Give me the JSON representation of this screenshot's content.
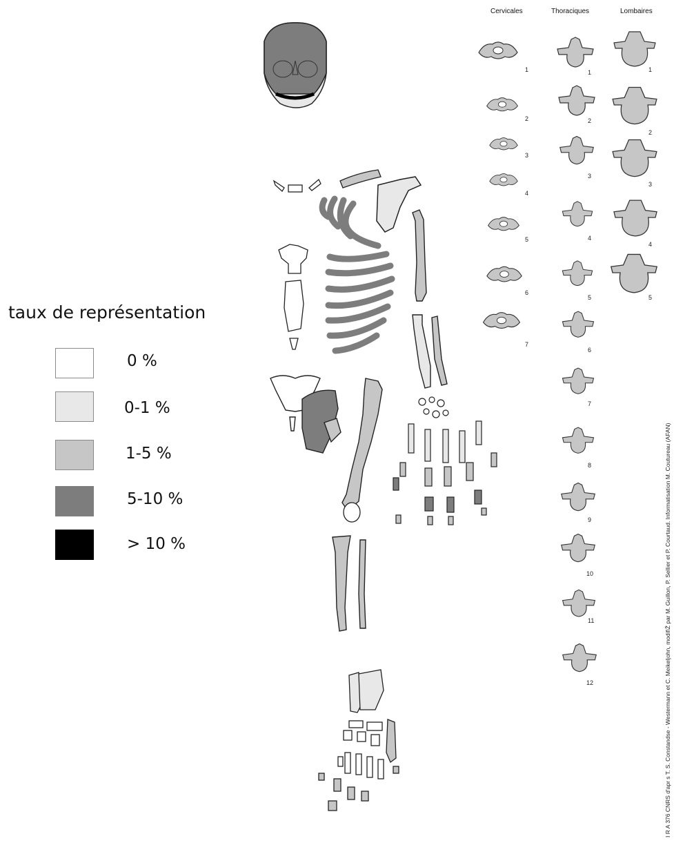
{
  "legend": {
    "title": "taux de représentation",
    "items": [
      {
        "label": "0 %",
        "color": "#ffffff"
      },
      {
        "label": "0-1 %",
        "color": "#e8e8e8"
      },
      {
        "label": "1-5 %",
        "color": "#c6c6c6"
      },
      {
        "label": "5-10 %",
        "color": "#7d7d7d"
      },
      {
        "label": "> 10 %",
        "color": "#000000"
      }
    ]
  },
  "vertebrae": {
    "cervicales": {
      "header": "Cervicales",
      "labels": [
        "1",
        "2",
        "3",
        "4",
        "5",
        "6",
        "7"
      ]
    },
    "thoraciques": {
      "header": "Thoraciques",
      "labels": [
        "1",
        "2",
        "3",
        "4",
        "5",
        "6",
        "7",
        "8",
        "9",
        "10",
        "11",
        "12"
      ]
    },
    "lombaires": {
      "header": "Lombaires",
      "labels": [
        "1",
        "2",
        "3",
        "4",
        "5"
      ]
    }
  },
  "credit": "I R A 376 CNRS d'apr  s T. S. Constandse - Westermann et C. Meikeljohn, modifiŽ     par M. Guillon, P. Sellier et P. Courtaud. Informatisation M. Coutureau (AFAN)"
}
